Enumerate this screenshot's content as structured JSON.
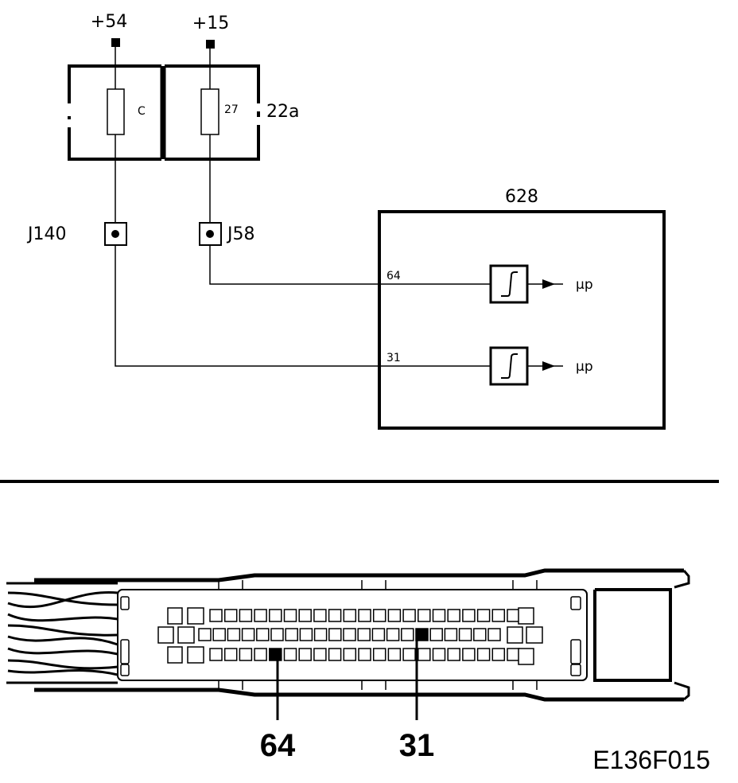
{
  "supply": {
    "left": "+54",
    "right": "+15"
  },
  "fuse_box": {
    "id": "22a",
    "fuse_left": "C",
    "fuse_right": "27"
  },
  "junctions": {
    "left": "J140",
    "right": "J58"
  },
  "module": {
    "id": "628",
    "pins": [
      {
        "number": "64",
        "output": "µp"
      },
      {
        "number": "31",
        "output": "µp"
      }
    ]
  },
  "connector": {
    "callouts": [
      "64",
      "31"
    ]
  },
  "figure_code": "E136F015"
}
